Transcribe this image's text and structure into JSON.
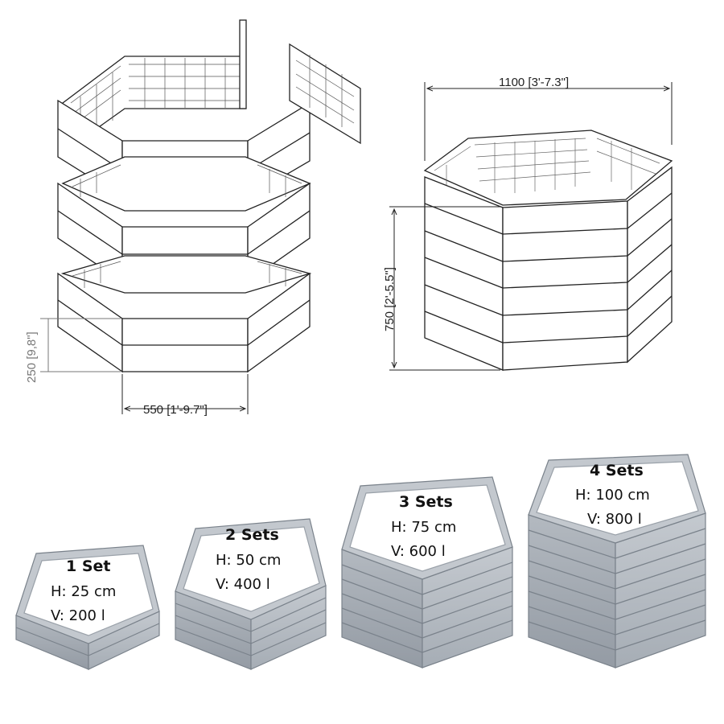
{
  "dimensions": {
    "single_width": "550 [1'-9.7\"]",
    "single_height": "250 [9,8\"]",
    "full_width": "1100 [3'-7.3\"]",
    "full_height": "750 [2'-5.5\"]"
  },
  "sets": [
    {
      "title": "1 Set",
      "height": "H: 25 cm",
      "volume": "V: 200 l"
    },
    {
      "title": "2 Sets",
      "height": "H: 50 cm",
      "volume": "V: 400 l"
    },
    {
      "title": "3 Sets",
      "height": "H: 75 cm",
      "volume": "V: 600 l"
    },
    {
      "title": "4 Sets",
      "height": "H: 100 cm",
      "volume": "V: 800 l"
    }
  ],
  "colors": {
    "line": "#222222",
    "panel": "#ffffff",
    "metal": "#b9bfc6",
    "metal_dark": "#9aa1a9",
    "metal_light": "#d6dade"
  }
}
